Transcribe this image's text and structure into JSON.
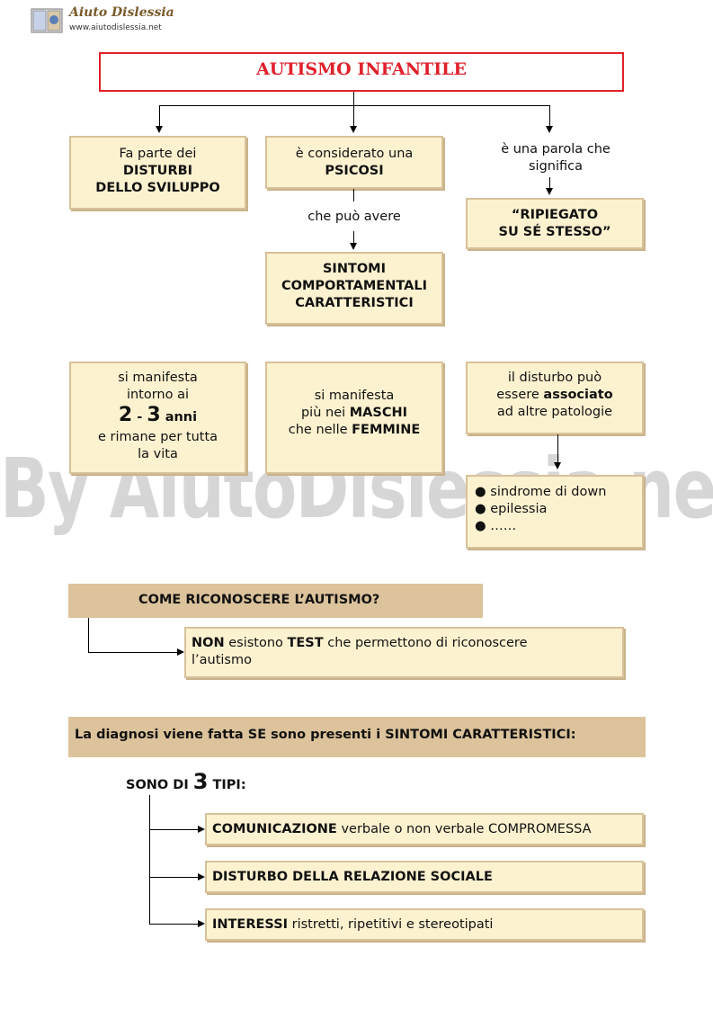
{
  "logo": {
    "name": "Aiuto Dislessia",
    "url": "www.aiutodislessia.net"
  },
  "title": "AUTISMO INFANTILE",
  "box1": {
    "l1": "Fa parte dei",
    "l2": "DISTURBI",
    "l3": "DELLO SVILUPPO"
  },
  "box2": {
    "l1": "è considerato una",
    "l2": "PSICOSI"
  },
  "box3_intro": {
    "l1": "è una parola che",
    "l2": "significa"
  },
  "box3": {
    "l1": "“RIPIEGATO",
    "l2": "SU SÉ STESSO”"
  },
  "link_text": "che può avere",
  "box4": {
    "l1": "SINTOMI",
    "l2": "COMPORTAMENTALI",
    "l3": "CARATTERISTICI"
  },
  "box5": {
    "l1": "si manifesta",
    "l2": "intorno ai",
    "n1": "2",
    "dash": " - ",
    "n2": "3",
    "anni": " anni",
    "l4": "e rimane per tutta",
    "l5": "la vita"
  },
  "box6": {
    "l1": "si manifesta",
    "l2a": "più nei ",
    "l2b": "MASCHI",
    "l3a": "che nelle ",
    "l3b": "FEMMINE"
  },
  "box7": {
    "l1": "il disturbo può",
    "l2a": "essere ",
    "l2b": "associato",
    "l3": "ad altre  patologie"
  },
  "box8": {
    "items": [
      "sindrome di down",
      "epilessia",
      "……"
    ]
  },
  "section1": {
    "header": "COME RICONOSCERE L’AUTISMO?",
    "b1": "NON",
    "t1": " esistono ",
    "b2": "TEST",
    "t2": " che permettono di riconoscere",
    "t3": "l’autismo"
  },
  "section2": {
    "header": "La diagnosi viene fatta SE sono presenti i SINTOMI CARATTERISTICI:"
  },
  "types": {
    "pre": "SONO DI ",
    "num": "3",
    "post": " TIPI:"
  },
  "type1": {
    "b": "COMUNICAZIONE",
    "t": " verbale o non verbale COMPROMESSA"
  },
  "type2": {
    "b": "DISTURBO DELLA RELAZIONE SOCIALE"
  },
  "type3": {
    "b": "INTERESSI",
    "t": " ristretti, ripetitivi  e stereotipati"
  },
  "watermark": "By AiutoDislessia.net"
}
